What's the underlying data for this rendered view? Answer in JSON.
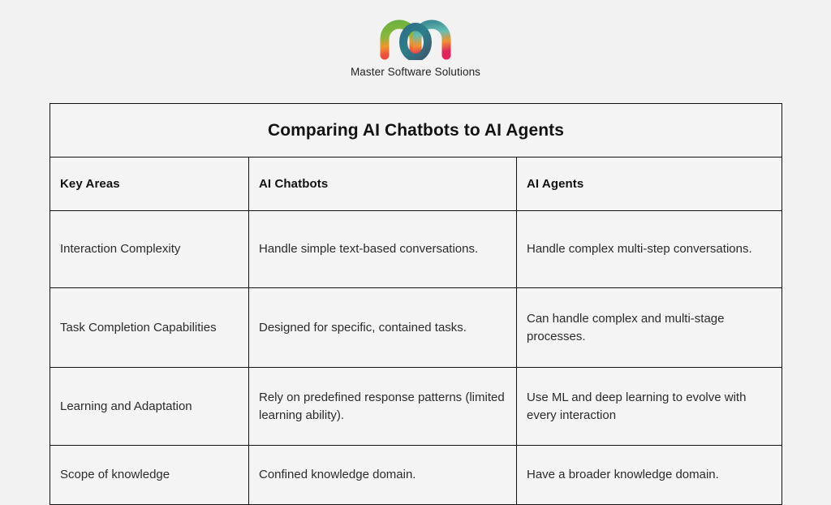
{
  "brand": {
    "name": "Master Software Solutions",
    "logo_icon": "msd-m-monogram-icon",
    "colors": {
      "green": "#5aa542",
      "orange": "#f08a2a",
      "red": "#e8376a",
      "teal": "#2e7f8c",
      "dark_teal": "#31596b",
      "light_teal": "#6bbfae"
    }
  },
  "table": {
    "title": "Comparing AI Chatbots to AI Agents",
    "headers": [
      "Key Areas",
      "AI Chatbots",
      "AI Agents"
    ],
    "rows": [
      {
        "key_area": "Interaction Complexity",
        "chatbots": "Handle simple text-based conversations.",
        "agents": "Handle complex multi-step conversations."
      },
      {
        "key_area": "Task Completion Capabilities",
        "chatbots": "Designed for specific, contained tasks.",
        "agents": "Can handle complex and multi-stage processes."
      },
      {
        "key_area": "Learning and Adaptation",
        "chatbots": "Rely on predefined response patterns (limited learning ability).",
        "agents": "Use ML and deep learning to evolve with every interaction"
      },
      {
        "key_area": "Scope of knowledge",
        "chatbots": "Confined knowledge domain.",
        "agents": "Have a broader knowledge domain."
      }
    ]
  },
  "page": {
    "background_color": "#f2f2f2",
    "border_color": "#111111",
    "text_color": "#2b2b2b"
  }
}
